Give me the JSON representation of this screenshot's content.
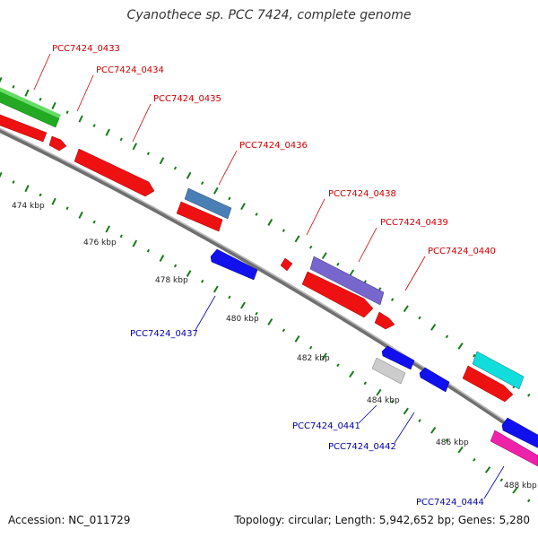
{
  "title": "Cyanothece sp. PCC 7424, complete genome",
  "footer": {
    "accession": "Accession: NC_011729",
    "summary": "Topology: circular; Length: 5,942,652 bp; Genes: 5,280"
  },
  "colors": {
    "backbone": "#808080",
    "tick": "#1a7a1a",
    "label_forward": "#cc0000",
    "label_reverse": "#0000aa",
    "cds": "#ff0000",
    "reverse_cds": "#0000ff"
  },
  "scale_labels": [
    "474 kbp",
    "476 kbp",
    "478 kbp",
    "480 kbp",
    "482 kbp",
    "484 kbp",
    "486 kbp",
    "488 kbp"
  ],
  "genes": [
    {
      "id": "PCC7424_0433",
      "strand": "forward",
      "color": "#ff0000"
    },
    {
      "id": "PCC7424_0434",
      "strand": "forward",
      "color": "#ff0000"
    },
    {
      "id": "PCC7424_0435",
      "strand": "forward",
      "color": "#ff0000"
    },
    {
      "id": "PCC7424_0436",
      "strand": "forward",
      "color": "#ff0000"
    },
    {
      "id": "PCC7424_0437",
      "strand": "reverse",
      "color": "#0000ff"
    },
    {
      "id": "PCC7424_0438",
      "strand": "forward",
      "color": "#ff0000"
    },
    {
      "id": "PCC7424_0439",
      "strand": "forward",
      "color": "#ff0000"
    },
    {
      "id": "PCC7424_0440",
      "strand": "forward",
      "color": "#ff0000"
    },
    {
      "id": "PCC7424_0441",
      "strand": "reverse",
      "color": "#0000ff"
    },
    {
      "id": "PCC7424_0442",
      "strand": "reverse",
      "color": "#0000ff"
    },
    {
      "id": "PCC7424_0444",
      "strand": "reverse",
      "color": "#0000ff"
    }
  ]
}
